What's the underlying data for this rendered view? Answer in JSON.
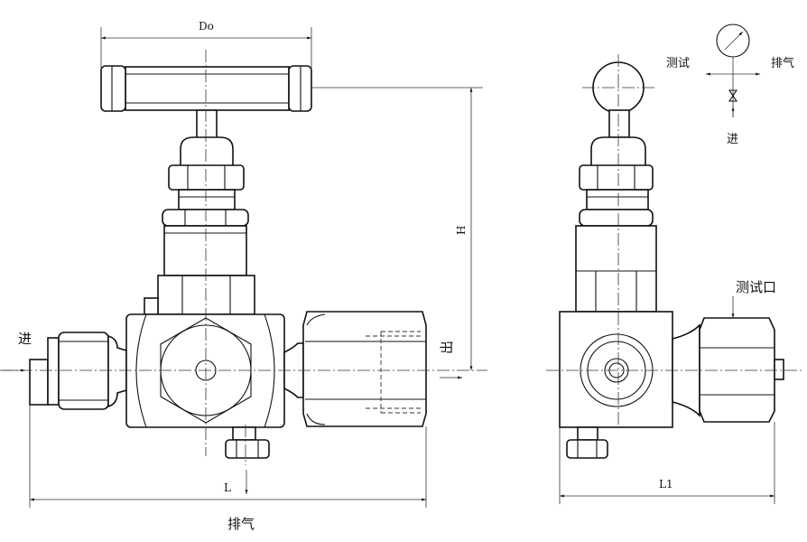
{
  "labels": {
    "do_dimension": "Do",
    "h_dimension": "H",
    "l_dimension": "L",
    "l1_dimension": "L1",
    "inlet": "进",
    "outlet": "出",
    "vent_bottom": "排气",
    "test_port": "测试口"
  },
  "schematic": {
    "test": "测试",
    "vent": "排气",
    "inlet": "进"
  }
}
